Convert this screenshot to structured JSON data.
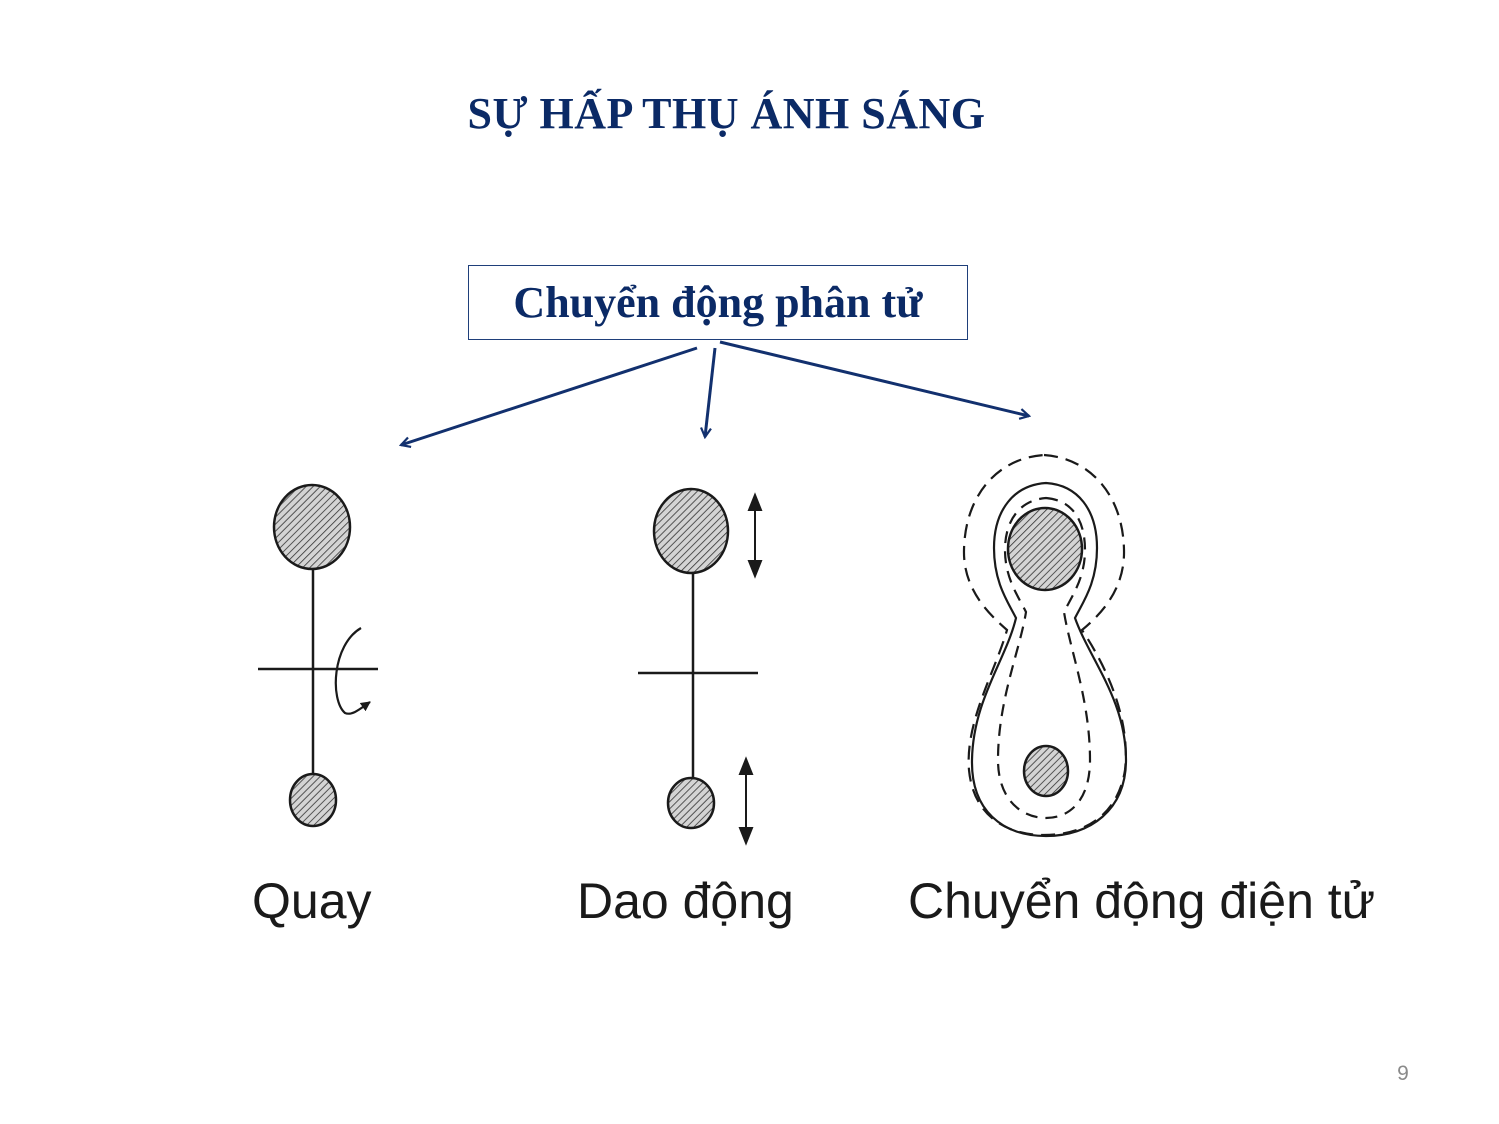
{
  "slide": {
    "title": "SỰ HẤP THỤ ÁNH SÁNG",
    "page_number": "9"
  },
  "concept": {
    "label": "Chuyển động phân tử"
  },
  "branches": [
    {
      "id": "rotation",
      "caption": "Quay"
    },
    {
      "id": "vibration",
      "caption": "Dao động"
    },
    {
      "id": "electronic",
      "caption": "Chuyển động điện tử"
    }
  ],
  "colors": {
    "title": "#0b2a66",
    "arrow": "#12306e",
    "drawing": "#1a1a1a",
    "atom_fill": "#bdbdbd"
  }
}
